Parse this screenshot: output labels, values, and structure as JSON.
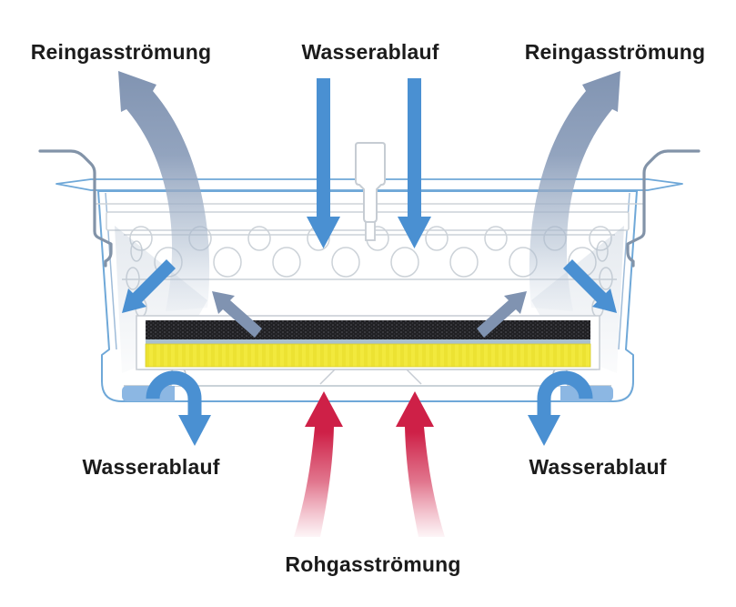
{
  "diagram": {
    "type": "filter-airflow-cross-section",
    "labels": {
      "clean_gas_top_left": "Reingasströmung",
      "water_drain_top_center": "Wasserablauf",
      "clean_gas_top_right": "Reingasströmung",
      "water_drain_bottom_left": "Wasserablauf",
      "water_drain_bottom_right": "Wasserablauf",
      "raw_gas_bottom_center": "Rohgasströmung"
    },
    "colors": {
      "water_arrow_blue": "#4a90d2",
      "water_pool_blue": "#8cb7e3",
      "clean_gas_slate": "#8093b1",
      "raw_gas_red": "#ce2047",
      "filter_top_layer_black": "#202023",
      "filter_bottom_layer_yellow": "#f2e93d",
      "housing_outline_blue": "#6fa8d8",
      "panel_outline_gray": "#ccd2d8",
      "bracket_gray": "#8293a8",
      "label_text": "#1b1b1b",
      "background": "#ffffff"
    }
  }
}
